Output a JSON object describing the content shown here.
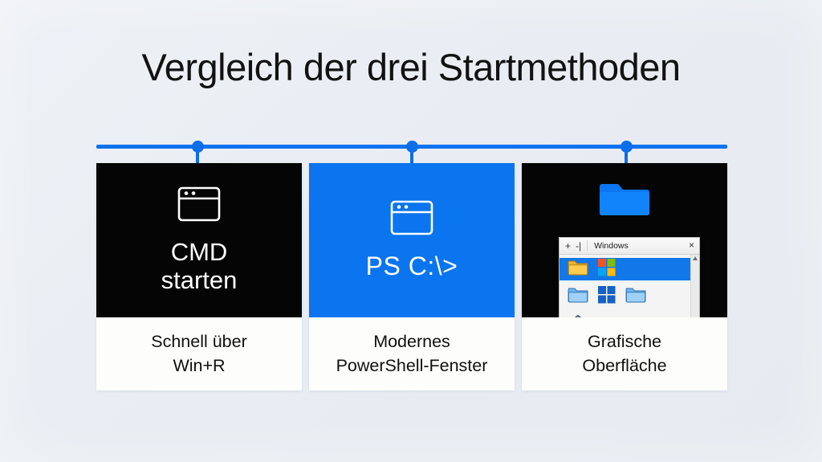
{
  "page": {
    "title": "Vergleich der drei Startmethoden",
    "accent_color": "#0d73ee",
    "background_color": "#eaedf3"
  },
  "timeline": {
    "name": "method-timeline",
    "nodes": [
      {
        "label": "node-1",
        "position_pct": 16
      },
      {
        "label": "node-2",
        "position_pct": 50
      },
      {
        "label": "node-3",
        "position_pct": 84
      }
    ]
  },
  "cards": [
    {
      "id": "cmd",
      "visual_style": "dark",
      "background_color": "#050505",
      "icon": "terminal-window-icon",
      "display_lines": [
        "CMD",
        "starten"
      ],
      "caption_lines": [
        "Schnell über",
        "Win+R"
      ]
    },
    {
      "id": "powershell",
      "visual_style": "blue",
      "background_color": "#0b74ef",
      "icon": "terminal-window-icon",
      "display_lines": [
        "PS C:\\>"
      ],
      "caption_lines": [
        "Modernes",
        "PowerShell-Fenster"
      ]
    },
    {
      "id": "explorer",
      "visual_style": "dark",
      "background_color": "#050505",
      "icon": "folder-icon",
      "display_lines": [],
      "caption_lines": [
        "Grafische",
        "Oberfläche"
      ],
      "explorer_window": {
        "title": "Windows",
        "buttons": [
          "+",
          "-|"
        ],
        "close_label": "×",
        "rows": [
          {
            "selected": true,
            "items": [
              "folder-yellow-icon",
              "windows-logo-color-icon"
            ]
          },
          {
            "selected": false,
            "items": [
              "folder-blue-icon",
              "windows-logo-blue-icon",
              "folder-blue-icon"
            ]
          },
          {
            "selected": false,
            "items": [
              "home-icon"
            ]
          }
        ]
      }
    }
  ]
}
